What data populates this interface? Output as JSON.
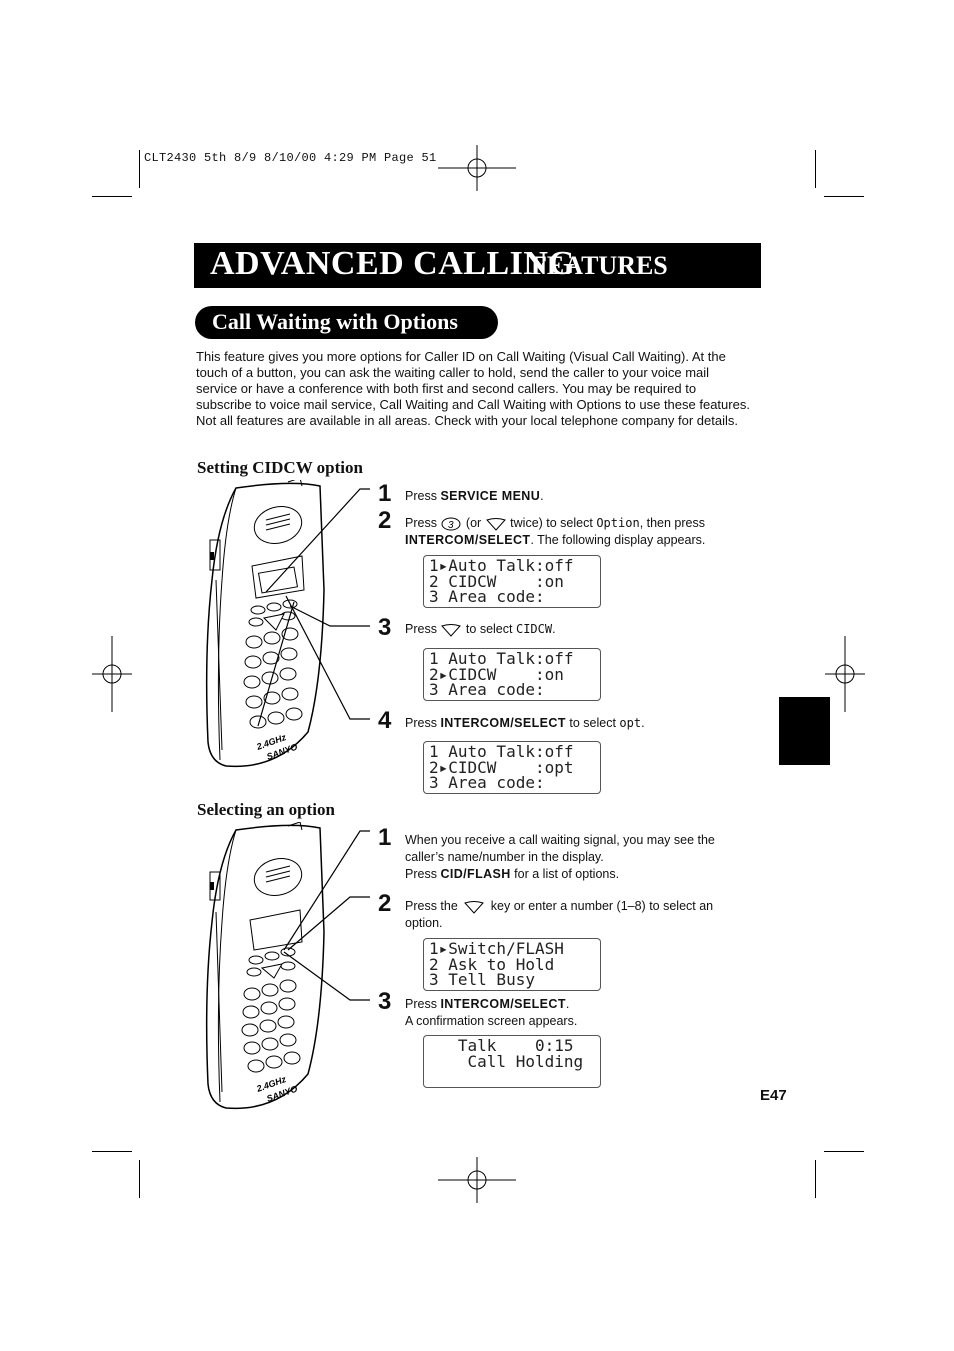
{
  "slug": "CLT2430 5th 8/9  8/10/00  4:29 PM  Page 51",
  "title": {
    "main": "ADVANCED CALLING",
    "sub": "FEATURES"
  },
  "section_title": "Call Waiting with Options",
  "intro": "This feature gives you more options for Caller ID on Call Waiting (Visual Call Waiting). At the touch of a button, you can ask the waiting caller to hold, send the caller to your voice mail service or have a conference with both first and second callers. You may be required to subscribe to voice mail service, Call Waiting and Call Waiting with Options to use these features. Not all features are available in all areas. Check with your local telephone company for details.",
  "setting": {
    "heading": "Setting CIDCW option",
    "step1": {
      "num": "1",
      "pre": "Press ",
      "key": "SERVICE MENU",
      "post": "."
    },
    "step2": {
      "num": "2",
      "pre": "Press",
      "key_icon_label": "3",
      "mid": "(or",
      "mid2": "twice) to select",
      "mono": "Option",
      "post": ", then press",
      "key": "INTERCOM/SELECT",
      "post2": ".  The following display appears."
    },
    "lcd1": [
      "1▸Auto Talk:off",
      "2 CIDCW    :on",
      "3 Area code:"
    ],
    "step3": {
      "num": "3",
      "pre": "Press",
      "mid": "to select",
      "mono": "CIDCW",
      "post": "."
    },
    "lcd2": [
      "1 Auto Talk:off",
      "2▸CIDCW    :on",
      "3 Area code:"
    ],
    "step4": {
      "num": "4",
      "pre": "Press ",
      "key": "INTERCOM/SELECT",
      "mid": " to select ",
      "mono": "opt",
      "post": "."
    },
    "lcd3": [
      "1 Auto Talk:off",
      "2▸CIDCW    :opt",
      "3 Area code:"
    ]
  },
  "selecting": {
    "heading": "Selecting an option",
    "step1": {
      "num": "1",
      "line1": "When you receive a call waiting signal, you may see the caller’s name/number in the display.",
      "pre": "Press ",
      "key": "CID/FLASH",
      "post": " for a list of options."
    },
    "step2": {
      "num": "2",
      "pre": "Press the",
      "post": "key or enter a number (1–8) to select an option."
    },
    "lcd4": [
      "1▸Switch/FLASH",
      "2 Ask to Hold",
      "3 Tell Busy"
    ],
    "step3": {
      "num": "3",
      "pre": "Press ",
      "key": "INTERCOM/SELECT",
      "post": ".",
      "line2": "A confirmation screen appears."
    },
    "lcd5": [
      "   Talk    0:15",
      "    Call Holding"
    ]
  },
  "phone_brand": "SANYO",
  "phone_band": "2.4GHz",
  "page_number": "E47",
  "icons": {
    "down": "down-arrow-key-icon",
    "three": "number-3-key-icon"
  }
}
